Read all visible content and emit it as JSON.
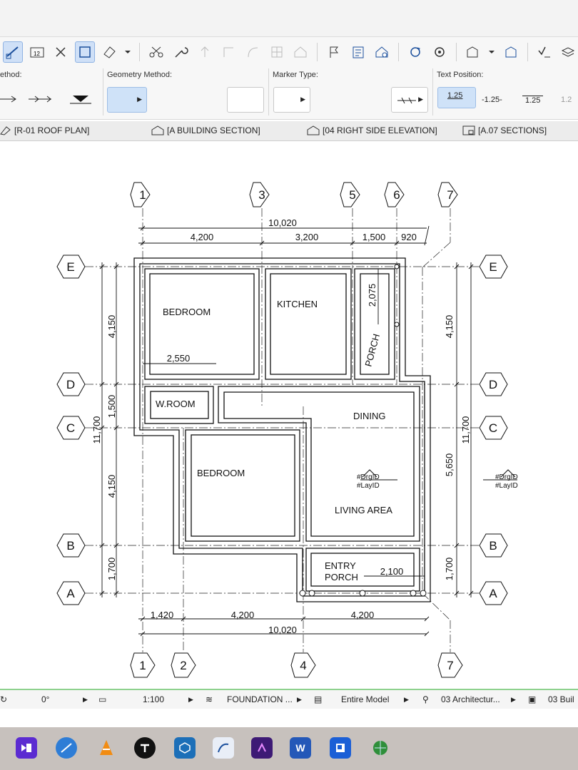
{
  "infobox": {
    "method_label": "ethod:",
    "geometry_method_label": "Geometry Method:",
    "marker_type_label": "Marker Type:",
    "text_position_label": "Text Position:",
    "text_pos_options": [
      "1.25",
      "-1.25-",
      "1.25",
      "1.2"
    ]
  },
  "view_tabs": [
    {
      "label": "[R-01 ROOF PLAN]"
    },
    {
      "label": "[A BUILDING SECTION]"
    },
    {
      "label": "[04 RIGHT SIDE ELEVATION]"
    },
    {
      "label": "[A.07 SECTIONS]"
    }
  ],
  "plan": {
    "top_grid": [
      "1",
      "3",
      "5",
      "6",
      "7"
    ],
    "bottom_grid": [
      "1",
      "2",
      "4",
      "7"
    ],
    "side_grid": [
      "E",
      "D",
      "C",
      "B",
      "A"
    ],
    "top_overall": "10,020",
    "top_dims": [
      "4,200",
      "3,200",
      "1,500",
      "920"
    ],
    "bottom_dims": [
      "1,420",
      "4,200",
      "4,200"
    ],
    "bottom_overall": "10,020",
    "left_dims": [
      "4,150",
      "1,500",
      "4,150",
      "1,700"
    ],
    "left_overall": "11,700",
    "right_dims": [
      "4,150",
      "5,650",
      "1,700"
    ],
    "right_overall": "11,700",
    "rooms": {
      "bedroom1": "BEDROOM",
      "kitchen": "KITCHEN",
      "porch": "PORCH",
      "wroom": "W.ROOM",
      "dining": "DINING",
      "bedroom2": "BEDROOM",
      "living": "LIVING AREA",
      "entry1": "ENTRY",
      "entry2": "PORCH"
    },
    "inner_dims": {
      "bedroom_width": "2,550",
      "porch_height": "2,075",
      "entry_width": "2,100"
    },
    "marker_top": "#DrgID",
    "marker_bottom": "#LayID"
  },
  "status": {
    "angle": "0°",
    "scale": "1:100",
    "layer": "FOUNDATION ...",
    "model": "Entire Model",
    "pen_set": "03 Architectur...",
    "building": "03 Buil"
  },
  "taskbar_icons": [
    "visual-studio-icon",
    "archicad-icon",
    "vlc-icon",
    "typora-icon",
    "sketchup-icon",
    "archicad-alt-icon",
    "premiere-icon",
    "word-icon",
    "file-manager-icon",
    "globe-icon"
  ]
}
